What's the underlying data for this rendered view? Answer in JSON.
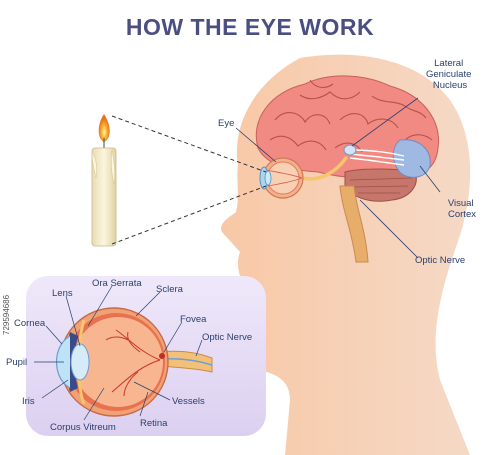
{
  "title": "HOW THE EYE WORK",
  "labels": {
    "lateral_geniculate_nucleus": [
      "Lateral",
      "Geniculate",
      "Nucleus"
    ],
    "eye": "Eye",
    "visual_cortex": [
      "Visual",
      "Cortex"
    ],
    "optic_nerve_main": "Optic Nerve",
    "lens": "Lens",
    "ora_serrata": "Ora Serrata",
    "sclera": "Sclera",
    "cornea": "Cornea",
    "fovea": "Fovea",
    "optic_nerve_detail": "Optic Nerve",
    "pupil": "Pupil",
    "iris": "Iris",
    "vessels": "Vessels",
    "corpus_vitreum": "Corpus Vitreum",
    "retina": "Retina"
  },
  "side_text": "729594686",
  "colors": {
    "title": "#4a4f80",
    "head": "#f7c8a8",
    "brain": "#f08a82",
    "cerebellum": "#c7766b",
    "visual_cortex": "#9fb9e3",
    "label": "#2a3f6e",
    "inset_bg": "#e6ddf5"
  }
}
